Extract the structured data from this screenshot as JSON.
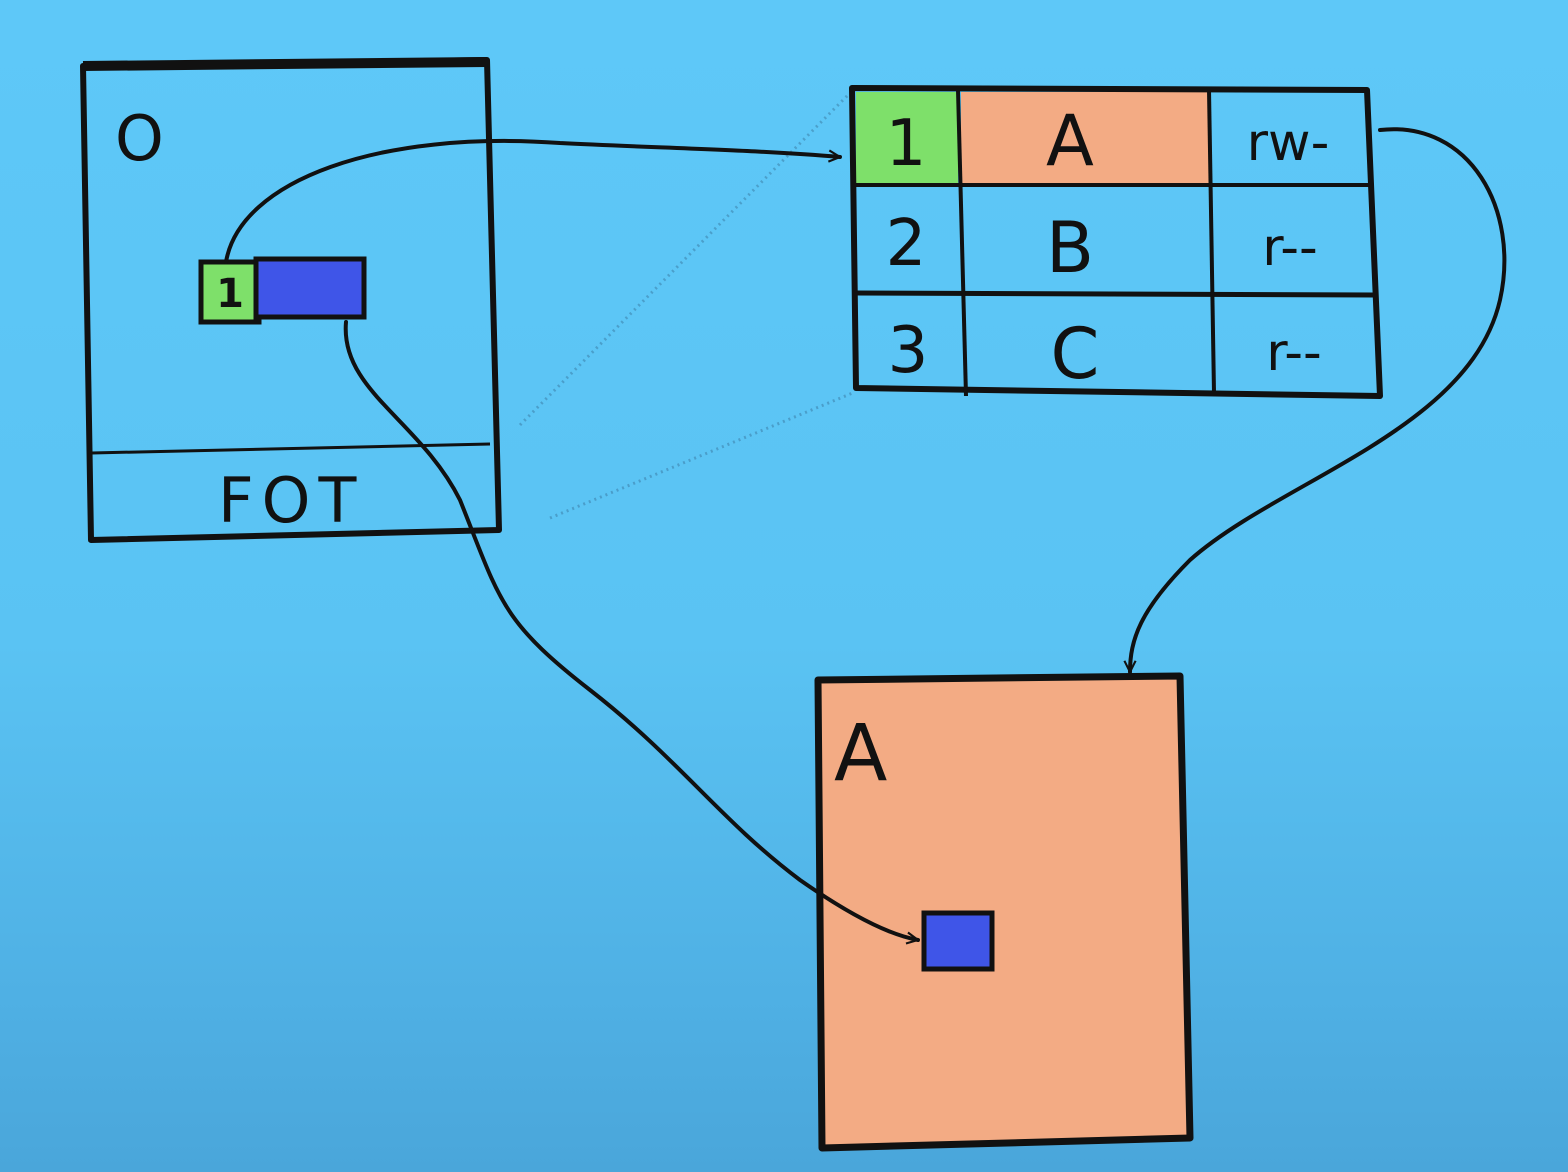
{
  "object_box": {
    "label": "O",
    "footer_label": "FOT",
    "pointer_index": "1"
  },
  "segment_table": {
    "rows": [
      {
        "index": "1",
        "segment": "A",
        "perms": "rw-"
      },
      {
        "index": "2",
        "segment": "B",
        "perms": "r--"
      },
      {
        "index": "3",
        "segment": "C",
        "perms": "r--"
      }
    ]
  },
  "segment_box": {
    "label": "A"
  },
  "colors": {
    "background": "#5ac3f3",
    "index_green": "#7ee06a",
    "segment_orange": "#f3ab84",
    "pointer_blue": "#3f55e8",
    "ink": "#111111"
  }
}
